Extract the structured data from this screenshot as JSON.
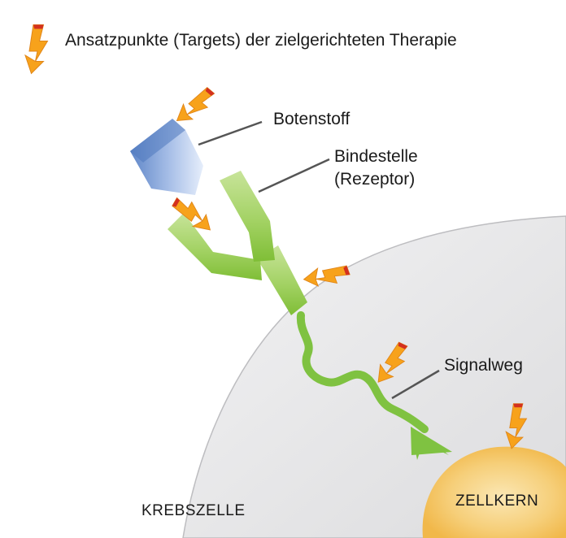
{
  "legend": {
    "text": "Ansatzpunkte (Targets) der zielgerichteten Therapie",
    "icon": "target-arrow-icon"
  },
  "labels": {
    "messenger": "Botenstoff",
    "receptor_line1": "Bindestelle",
    "receptor_line2": "(Rezeptor)",
    "pathway": "Signalweg",
    "cancer_cell": "KREBSZELLE",
    "nucleus": "ZELLKERN"
  },
  "colors": {
    "arrow_orange": "#f7a21b",
    "arrow_red": "#d3301f",
    "receptor_green": "#8cc63f",
    "pathway_green": "#7fc241",
    "messenger_blue": "#7f9fd6",
    "cell_fill": "#e6e6e8",
    "nucleus_fill": "#f6cf7a"
  }
}
